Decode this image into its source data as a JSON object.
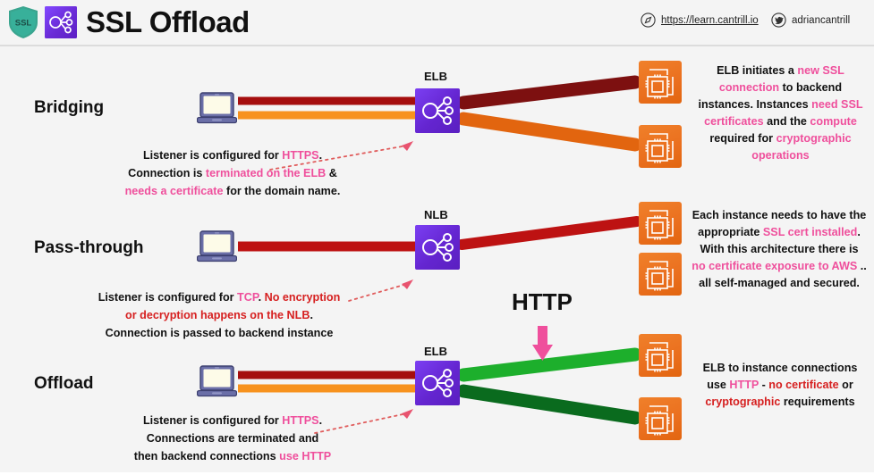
{
  "header": {
    "title": "SSL Offload",
    "shield_badge_text": "SSL",
    "website": "https://learn.cantrill.io",
    "twitter": "adriancantrill",
    "website_icon": "compass-icon",
    "twitter_icon": "twitter-icon",
    "ssl_icon": "ssl-shield-icon",
    "elb_icon": "elb-logo-icon"
  },
  "colors": {
    "background": "#f4f4f4",
    "pink": "#ef4f9c",
    "red": "#d62020",
    "dark_red_pipe": "#a50e0e",
    "orange_pipe": "#f7921e",
    "green_light_pipe": "#1daf2c",
    "green_dark_pipe": "#0a6b1e",
    "elb_purple": "#6b2fe0",
    "ec2_orange": "#ea6f1e",
    "arrow_dotted": "#e05c5c"
  },
  "rows": [
    {
      "id": "bridging",
      "title": "Bridging",
      "node_label": "ELB",
      "client_icon": "laptop-icon",
      "lb_icon": "elb-icon",
      "instance_icon": "ec2-instance-icon",
      "note_left": [
        [
          {
            "t": "Listener is configured for ",
            "c": "black"
          },
          {
            "t": "HTTPS",
            "c": "pink"
          },
          {
            "t": ".",
            "c": "black"
          }
        ],
        [
          {
            "t": "Connection is ",
            "c": "black"
          },
          {
            "t": "terminated on the ELB",
            "c": "pink"
          },
          {
            "t": " &",
            "c": "black"
          }
        ],
        [
          {
            "t": "needs a certificate",
            "c": "pink"
          },
          {
            "t": " for the domain name.",
            "c": "black"
          }
        ]
      ],
      "note_right": [
        [
          {
            "t": "ELB initiates a ",
            "c": "black"
          },
          {
            "t": "new SSL",
            "c": "pink"
          }
        ],
        [
          {
            "t": "connection",
            "c": "pink"
          },
          {
            "t": " to backend",
            "c": "black"
          }
        ],
        [
          {
            "t": "instances. Instances ",
            "c": "black"
          },
          {
            "t": "need SSL",
            "c": "pink"
          }
        ],
        [
          {
            "t": "certificates",
            "c": "pink"
          },
          {
            "t": " and the ",
            "c": "black"
          },
          {
            "t": "compute",
            "c": "pink"
          }
        ],
        [
          {
            "t": "required for ",
            "c": "black"
          },
          {
            "t": "cryptographic",
            "c": "pink"
          }
        ],
        [
          {
            "t": "operations",
            "c": "pink"
          }
        ]
      ]
    },
    {
      "id": "pass-through",
      "title": "Pass-through",
      "node_label": "NLB",
      "client_icon": "laptop-icon",
      "lb_icon": "nlb-icon",
      "instance_icon": "ec2-instance-icon",
      "note_left": [
        [
          {
            "t": "Listener is configured for ",
            "c": "black"
          },
          {
            "t": "TCP",
            "c": "pink"
          },
          {
            "t": ". ",
            "c": "black"
          },
          {
            "t": "No encryption",
            "c": "red"
          }
        ],
        [
          {
            "t": "or decryption happens on the NLB",
            "c": "red"
          },
          {
            "t": ".",
            "c": "black"
          }
        ],
        [
          {
            "t": "Connection is passed to backend instance",
            "c": "black"
          }
        ]
      ],
      "note_right": [
        [
          {
            "t": "Each instance needs to have the",
            "c": "black"
          }
        ],
        [
          {
            "t": "appropriate ",
            "c": "black"
          },
          {
            "t": "SSL cert installed",
            "c": "pink"
          },
          {
            "t": ".",
            "c": "black"
          }
        ],
        [
          {
            "t": "With this architecture there is",
            "c": "black"
          }
        ],
        [
          {
            "t": "no certificate exposure to AWS",
            "c": "pink"
          },
          {
            "t": " ..",
            "c": "black"
          }
        ],
        [
          {
            "t": "all self-managed and secured.",
            "c": "black"
          }
        ]
      ]
    },
    {
      "id": "offload",
      "title": "Offload",
      "node_label": "ELB",
      "client_icon": "laptop-icon",
      "lb_icon": "elb-icon",
      "instance_icon": "ec2-instance-icon",
      "note_left": [
        [
          {
            "t": "Listener is configured for ",
            "c": "black"
          },
          {
            "t": "HTTPS",
            "c": "pink"
          },
          {
            "t": ".",
            "c": "black"
          }
        ],
        [
          {
            "t": "Connections are terminated and",
            "c": "black"
          }
        ],
        [
          {
            "t": "then backend connections ",
            "c": "black"
          },
          {
            "t": "use HTTP",
            "c": "pink"
          }
        ]
      ],
      "note_right": [
        [
          {
            "t": "ELB to instance connections",
            "c": "black"
          }
        ],
        [
          {
            "t": "use ",
            "c": "black"
          },
          {
            "t": "HTTP",
            "c": "pink"
          },
          {
            "t": " - ",
            "c": "black"
          },
          {
            "t": "no certificate",
            "c": "red"
          },
          {
            "t": " or",
            "c": "black"
          }
        ],
        [
          {
            "t": "cryptographic",
            "c": "red"
          },
          {
            "t": " requirements",
            "c": "black"
          }
        ]
      ]
    }
  ],
  "annotations": {
    "http_label": "HTTP",
    "http_arrow_icon": "down-arrow-icon"
  }
}
